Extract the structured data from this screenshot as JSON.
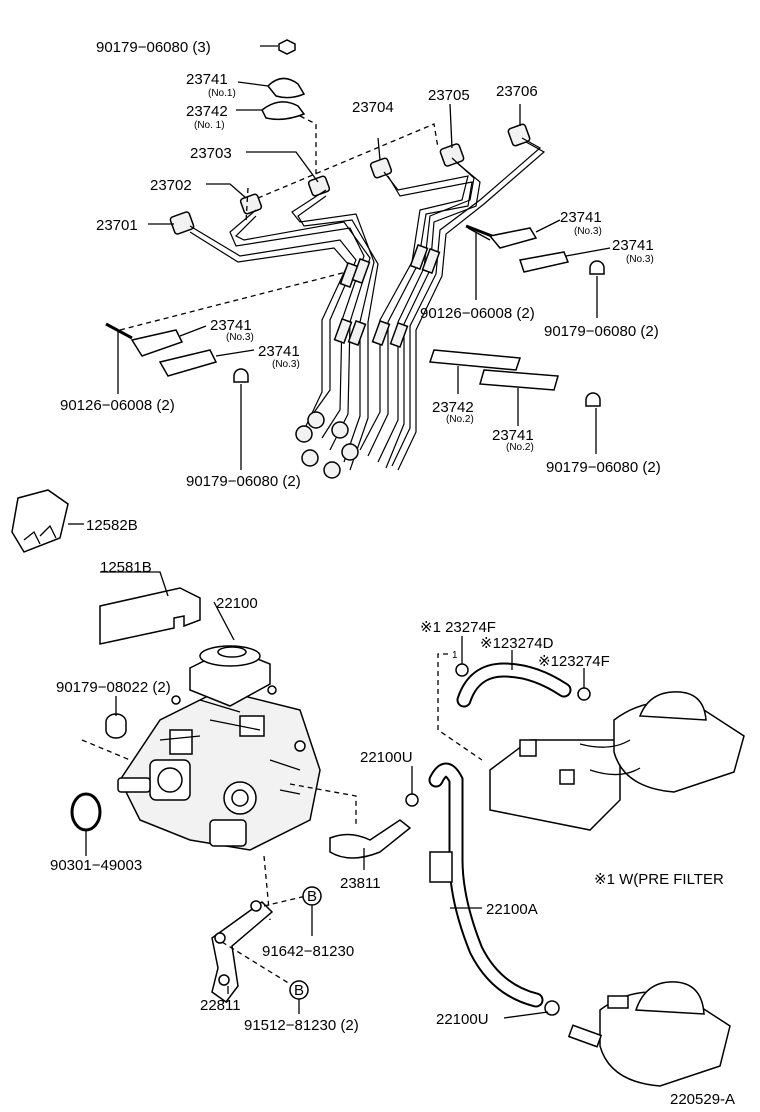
{
  "diagram": {
    "id": "220529-A",
    "labels": {
      "p90179_06080_3": "90179−06080 (3)",
      "p23741_no1": "23741",
      "p23741_no1_sub": "(No.1)",
      "p23742_no1": "23742",
      "p23742_no1_sub": "(No. 1)",
      "p23703": "23703",
      "p23702": "23702",
      "p23701": "23701",
      "p23704": "23704",
      "p23705": "23705",
      "p23706": "23706",
      "p23741_no3_a": "23741",
      "p23741_no3_a_sub": "(No.3)",
      "p23741_no3_b": "23741",
      "p23741_no3_b_sub": "(No.3)",
      "p90126_06008_r": "90126−06008 (2)",
      "p90179_06080_r1": "90179−06080 (2)",
      "p23741_no3_c": "23741",
      "p23741_no3_c_sub": "(No.3)",
      "p23741_no3_d": "23741",
      "p23741_no3_d_sub": "(No.3)",
      "p90126_06008_l": "90126−06008 (2)",
      "p90179_06080_l": "90179−06080 (2)",
      "p23742_no2": "23742",
      "p23742_no2_sub": "(No.2)",
      "p23741_no2": "23741",
      "p23741_no2_sub": "(No.2)",
      "p90179_06080_r2": "90179−06080 (2)",
      "p12582B": "12582B",
      "p12581B": "12581B",
      "p22100": "22100",
      "p90179_08022": "90179−08022 (2)",
      "p90301_49003": "90301−49003",
      "p23274F_a": "※1 23274F",
      "p23274D": "※123274D",
      "p23274F_b": "※123274F",
      "p22100U_a": "22100U",
      "p23811": "23811",
      "p22100A": "22100A",
      "p91642": "91642−81230",
      "p22811": "22811",
      "p91512": "91512−81230 (2)",
      "p22100U_b": "22100U",
      "note": "※1 W(PRE FILTER",
      "marker_b1": "B",
      "marker_b2": "B",
      "marker_1": "1",
      "footer": "220529-A"
    }
  }
}
